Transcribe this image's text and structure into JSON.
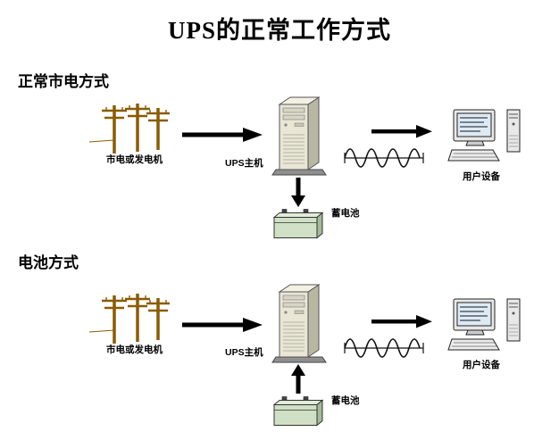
{
  "title": "UPS的正常工作方式",
  "sections": [
    {
      "label": "正常市电方式",
      "power_source_label": "市电或发电机",
      "ups_label": "UPS主机",
      "battery_label": "蓄电池",
      "user_device_label": "用户设备",
      "battery_arrow": "down"
    },
    {
      "label": "电池方式",
      "power_source_label": "市电或发电机",
      "ups_label": "UPS主机",
      "battery_label": "蓄电池",
      "user_device_label": "用户设备",
      "battery_arrow": "up"
    }
  ],
  "icons": {
    "power_source": "utility-poles-icon",
    "ups": "ups-tower-icon",
    "output": "sine-wave-icon",
    "user_device": "desktop-computer-icon",
    "battery": "battery-icon",
    "flow": "arrow-icon"
  },
  "colors": {
    "background": "#ffffff",
    "text": "#000000",
    "pole": "#8a5c00",
    "arrow": "#000000",
    "ups_body": "#e9e6d6",
    "battery_body": "#cfe0c4"
  }
}
